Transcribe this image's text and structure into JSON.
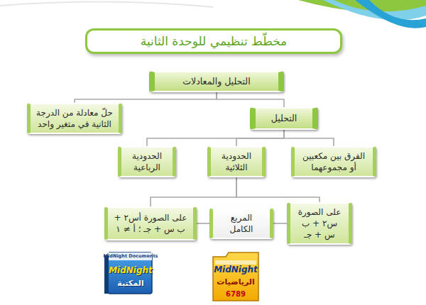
{
  "diagram": {
    "title": "مخطّط تنظيمي للوحدة الثانية",
    "nodes": [
      {
        "text": [
          "التحليل والمعادلات"
        ]
      },
      {
        "text": [
          "التحليل"
        ]
      },
      {
        "text": [
          "حلّ معادلة من الدرجة الثانية في متغير واحد"
        ]
      },
      {
        "text": [
          "الفرق بين مكعبين أو مجموعهما"
        ]
      },
      {
        "text": [
          "الحدودية الثلاثية"
        ]
      },
      {
        "text": [
          "الحدودية الرباعية"
        ]
      },
      {
        "text": [
          "على الصورة س٢ + ب س + جـ"
        ]
      },
      {
        "text": [
          "المربع الكامل"
        ]
      },
      {
        "text": [
          "على الصورة أس٢ + ب س + جـ ؛ أ ≠ ١"
        ]
      }
    ],
    "edges": [
      {
        "from": 0,
        "to": 1,
        "arrow": "none"
      },
      {
        "from": 0,
        "to": 2,
        "arrow": "none"
      },
      {
        "from": 1,
        "to": 3,
        "arrow": "none"
      },
      {
        "from": 1,
        "to": 4,
        "arrow": "none"
      },
      {
        "from": 1,
        "to": 5,
        "arrow": "none"
      },
      {
        "from": 4,
        "to": 6,
        "arrow": "none"
      },
      {
        "from": 4,
        "to": 8,
        "arrow": "none"
      },
      {
        "from": 7,
        "to": 6,
        "arrow": "none"
      },
      {
        "from": 7,
        "to": 8,
        "arrow": "none"
      }
    ],
    "labels": [
      "MidNight Documents",
      "MidNight",
      "المكتبة",
      "MidNight",
      "الرياضيات",
      "6789"
    ]
  }
}
